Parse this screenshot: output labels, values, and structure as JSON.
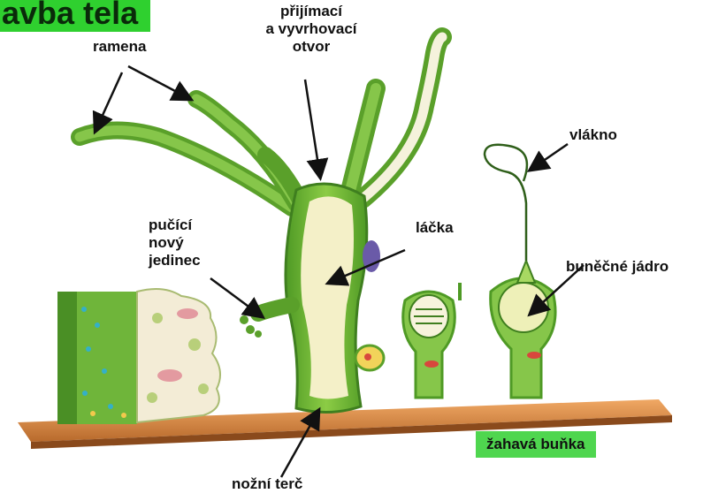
{
  "title": "avba tela",
  "labels": {
    "ramena": "ramena",
    "otvor_1": "přijímací",
    "otvor_2": "a vyvrhovací",
    "otvor_3": "otvor",
    "vlakno": "vlákno",
    "pucici_1": "pučící",
    "pucici_2": "nový",
    "pucici_3": "jedinec",
    "lacka": "láčka",
    "jadro": "buněčné jádro",
    "zahava": "žahavá buňka",
    "nozni": "nožní terč"
  },
  "colors": {
    "title_bg": "#2fd02f",
    "badge_bg": "#4fd64f",
    "body_green": "#79b83a",
    "dark_green": "#3f7f1f",
    "cavity": "#f4f0c8",
    "base_wood": "#d98a45"
  }
}
